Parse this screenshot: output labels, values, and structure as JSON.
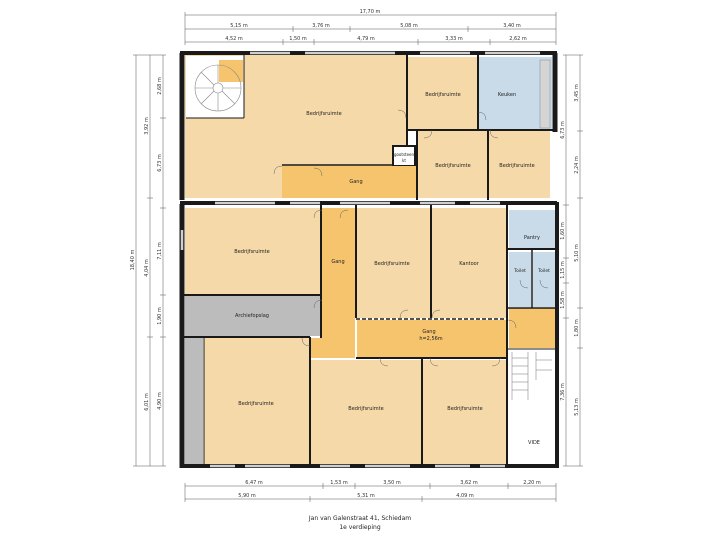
{
  "top_dims": {
    "total": "17,70 m",
    "row1": [
      "5,15 m",
      "3,76 m",
      "5,08 m",
      "3,40 m"
    ],
    "row2": [
      "4,52 m",
      "1,50 m",
      "4,79 m",
      "3,33 m",
      "2,62 m"
    ]
  },
  "bottom_dims": {
    "row1": [
      "6,47 m",
      "1,53 m",
      "3,50 m",
      "3,62 m",
      "2,20 m"
    ],
    "row2": [
      "5,90 m",
      "5,31 m",
      "4,09 m"
    ]
  },
  "left_dims": {
    "total": "18,40 m",
    "outer": [
      "3,92 m",
      "4,04 m",
      "6,01 m"
    ],
    "inner": [
      "2,68 m",
      "6,73 m",
      "7,11 m",
      "1,90 m",
      "4,90 m"
    ]
  },
  "right_dims": {
    "outer": [
      "3,45 m",
      "2,24 m",
      "5,10 m",
      "1,80 m",
      "5,13 m"
    ],
    "inner": [
      "6,73 m",
      "1,60 m",
      "1,15 m",
      "1,58 m",
      "7,36 m"
    ]
  },
  "rooms": {
    "bedrijf_top": "Bedrijfsruimte",
    "bedrijf_top2": "Bedrijfsruimte",
    "keuken": "Keuken",
    "bedrijf_mid1": "Bedrijfsruimte",
    "bedrijf_mid2": "Bedrijfsruimte",
    "gootsteen": "gootsteen",
    "gootsteen2": "kt",
    "gang_top": "Gang",
    "bedrijf_left": "Bedrijfsruimte",
    "gang_vert": "Gang",
    "bedrijf_center": "Bedrijfsruimte",
    "kantoor": "Kantoor",
    "pantry": "Pantry",
    "toilet1": "Toilet",
    "toilet2": "Toilet",
    "archief": "Archiefopslag",
    "gang_bottom": "Gang",
    "gang_bottom_h": "h=2,56m",
    "bedrijf_bl": "Bedrijfsruimte",
    "bedrijf_bm": "Bedrijfsruimte",
    "bedrijf_br": "Bedrijfsruimte",
    "vide": "VIDE"
  },
  "caption": {
    "address": "Jan van Galenstraat 41, Schiedam",
    "floor": "1e verdieping"
  },
  "colors": {
    "room": "#f5d9a8",
    "gang": "#f7c46e",
    "keuken": "#c9dbe8",
    "archief": "#bcbcbc",
    "wall": "#1a1a1a"
  }
}
